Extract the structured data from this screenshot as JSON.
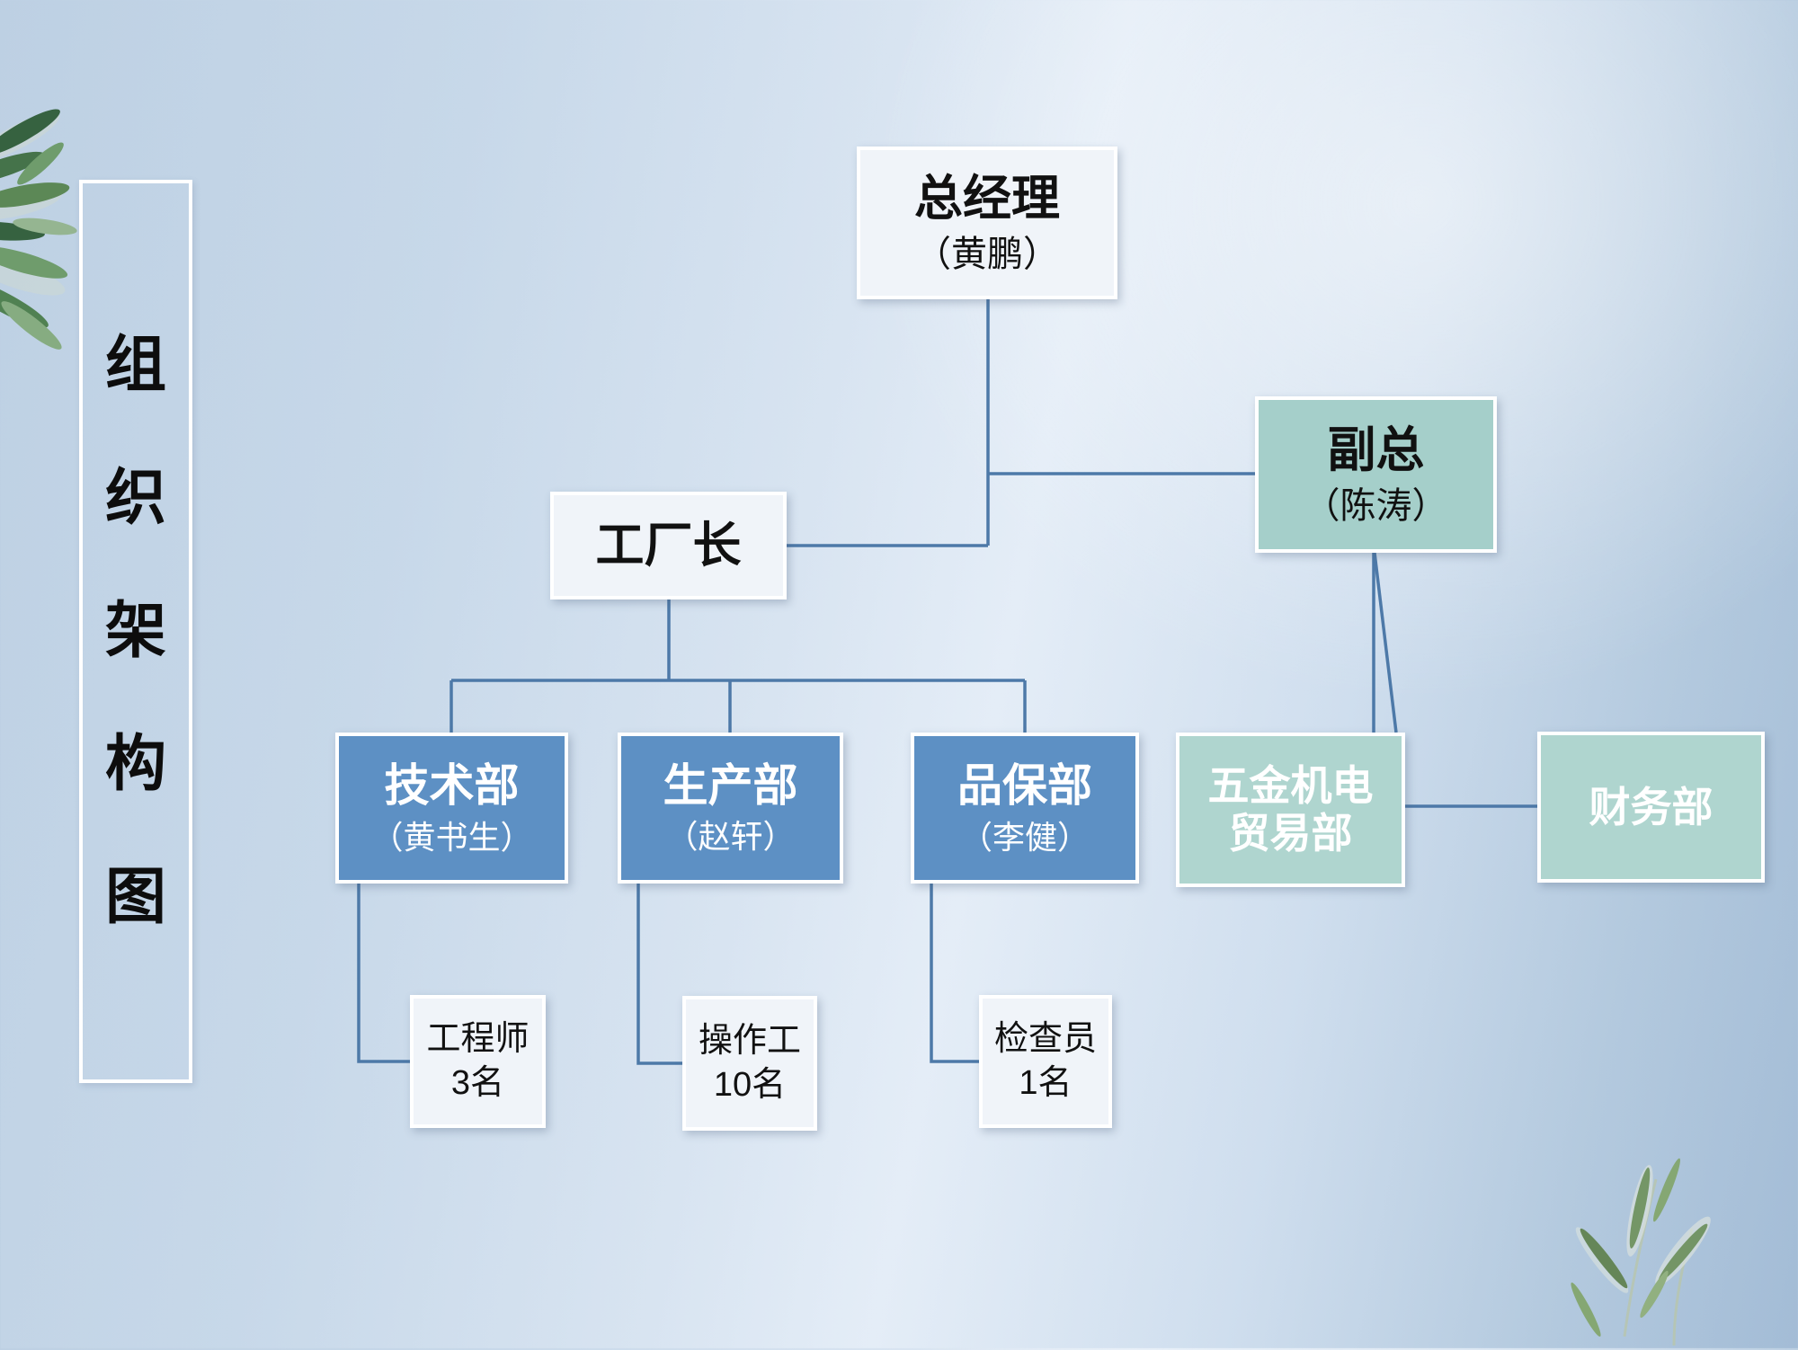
{
  "title": {
    "text": "组织架构图",
    "chars": [
      "组",
      "织",
      "架",
      "构",
      "图"
    ]
  },
  "colors": {
    "department_blue": "#5d90c4",
    "deputy_teal": "#a5cfca",
    "trade_finance_teal": "#afd5cf",
    "plain_box": "#f0f4f9",
    "connector": "#4d79a8",
    "background": "#c7d8e9"
  },
  "nodes": {
    "general_manager": {
      "title": "总经理",
      "name": "（黄鹏）"
    },
    "deputy_general_manager": {
      "title": "副总",
      "name": "（陈涛）"
    },
    "factory_director": {
      "title": "工厂长"
    },
    "tech_dept": {
      "title": "技术部",
      "name": "（黄书生）"
    },
    "production_dept": {
      "title": "生产部",
      "name": "（赵轩）"
    },
    "quality_dept": {
      "title": "品保部",
      "name": "（李健）"
    },
    "hardware_trade_dept": {
      "line1": "五金机电",
      "line2": "贸易部"
    },
    "finance_dept": {
      "title": "财务部"
    },
    "engineers": {
      "line1": "工程师",
      "line2": "3名"
    },
    "operators": {
      "line1": "操作工",
      "line2": "10名"
    },
    "inspectors": {
      "line1": "检查员",
      "line2": "1名"
    }
  }
}
